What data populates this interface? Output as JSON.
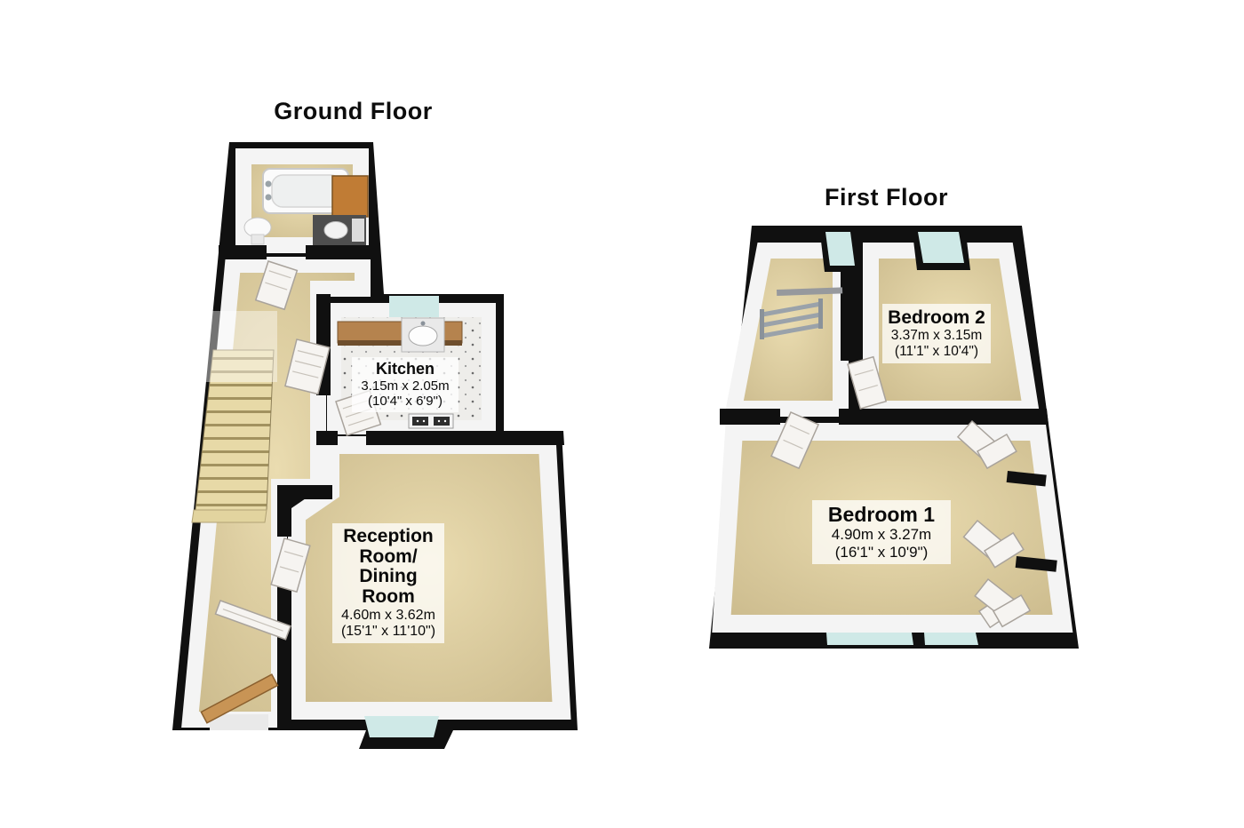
{
  "page": {
    "background_color": "#ffffff"
  },
  "ground_floor": {
    "title": "Ground Floor",
    "rooms": {
      "kitchen": {
        "name": "Kitchen",
        "size_metric": "3.15m x 2.05m",
        "size_imperial": "(10'4\" x 6'9\")"
      },
      "reception_dining": {
        "name": "Reception Room/ Dining Room",
        "size_metric": "4.60m x 3.62m",
        "size_imperial": "(15'1\" x 11'10\")"
      }
    },
    "fixtures": [
      "bath",
      "wash-basin",
      "toilet",
      "storage-cabinet",
      "staircase",
      "kitchen-counter",
      "kitchen-sink",
      "hob",
      "front-door",
      "bay-window",
      "radiator-shelf"
    ]
  },
  "first_floor": {
    "title": "First Floor",
    "rooms": {
      "bedroom_2": {
        "name": "Bedroom 2",
        "size_metric": "3.37m x 3.15m",
        "size_imperial": "(11'1\" x 10'4\")"
      },
      "bedroom_1": {
        "name": "Bedroom 1",
        "size_metric": "4.90m x 3.27m",
        "size_imperial": "(16'1\" x 10'9\")"
      }
    },
    "fixtures": [
      "stair-railing",
      "built-in-wardrobes",
      "windows",
      "doors"
    ]
  },
  "colors": {
    "wall": "#101010",
    "carpet": "#d8c99c",
    "kitchen_floor": "#eeedea",
    "window_glass": "#cfe9e7",
    "wood": "#b5834e",
    "label_background": "rgba(255,255,255,0.75)"
  }
}
